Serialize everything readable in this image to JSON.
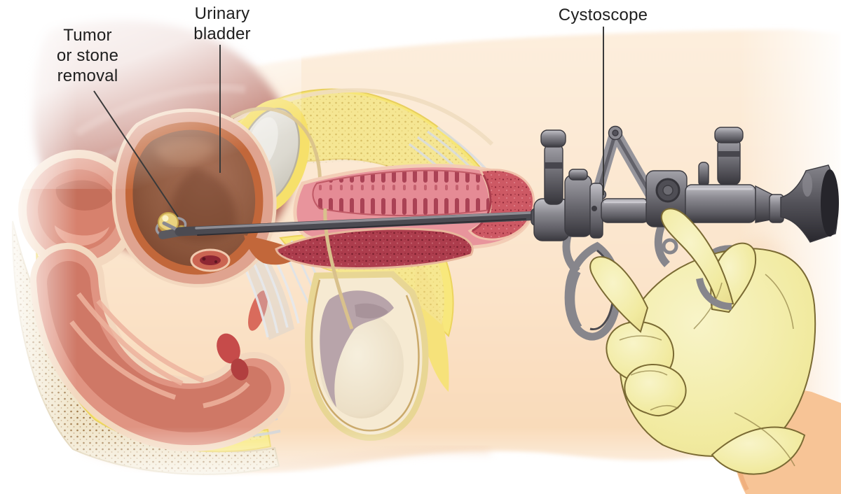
{
  "figure": {
    "kind": "medical-illustration",
    "labels": {
      "tumor_or_stone_removal": "Tumor\nor stone\nremoval",
      "urinary_bladder": "Urinary\nbladder",
      "cystoscope": "Cystoscope"
    },
    "illustration_parts": [
      "pelvic-sagittal-cross-section",
      "urinary-bladder",
      "bladder-stone",
      "intestines",
      "rectum",
      "pubic-symphysis",
      "penis-urethra",
      "scrotum-testicle",
      "cystoscope-shaft",
      "cystoscope-handle",
      "surgical-gloved-hand"
    ],
    "colors": {
      "background": "#ffffff",
      "skin": "#fbe6d1",
      "abdomen_red": "#bd7468",
      "intestine": "#e29b88",
      "fat_yellow": "#f8e87c",
      "bone_cream": "#f0e5ca",
      "bladder_wall": "#dfa38f",
      "bladder_interior": "#8f5a40",
      "stone_yellow": "#ead27f",
      "penis_pink": "#e8949c",
      "glans_red": "#cd5964",
      "instrument_gray": "#77767c",
      "glove_yellow": "#f3eeb4",
      "wrist_skin": "#f7c496",
      "label_text": "#1e1e1e",
      "leader_line": "#3a3a3a"
    }
  }
}
